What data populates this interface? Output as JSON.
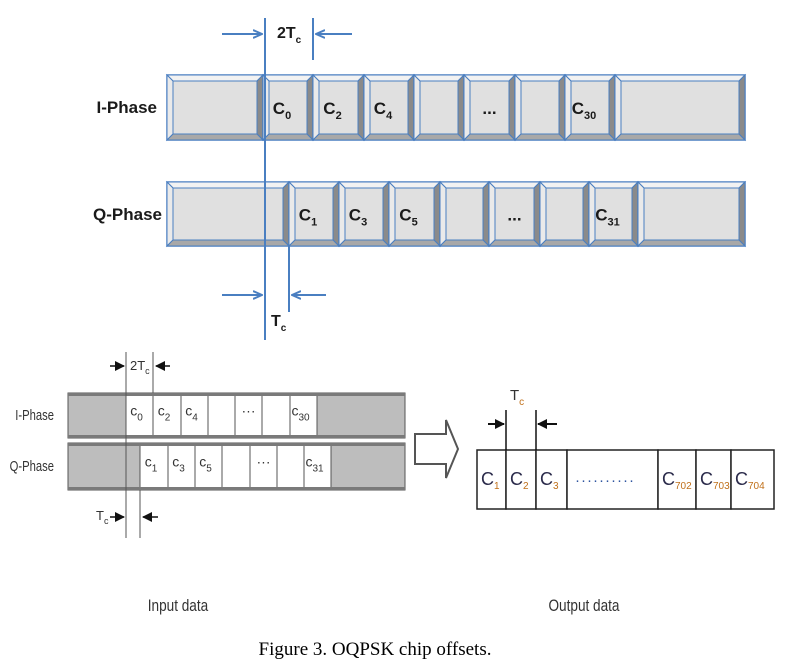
{
  "top_diagram": {
    "i_phase": {
      "label": "I-Phase",
      "cells": [
        "",
        "C0",
        "C2",
        "C4",
        "",
        "...",
        "",
        "C30",
        ""
      ]
    },
    "q_phase": {
      "label": "Q-Phase",
      "cells": [
        "",
        "C1",
        "C3",
        "C5",
        "",
        "...",
        "",
        "C31",
        ""
      ]
    },
    "top_marker": {
      "text": "2T",
      "sub": "c"
    },
    "bottom_marker": {
      "text": "T",
      "sub": "c"
    }
  },
  "bottom_left": {
    "i_phase": {
      "label": "I-Phase",
      "cells": [
        "",
        "c0",
        "c2",
        "c4",
        "",
        "···",
        "",
        "c30",
        ""
      ]
    },
    "q_phase": {
      "label": "Q-Phase",
      "cells": [
        "",
        "",
        "c1",
        "c3",
        "c5",
        "",
        "···",
        "",
        "c31",
        ""
      ]
    },
    "top_marker": {
      "text": "2T",
      "sub": "c"
    },
    "bottom_marker": {
      "text": "T",
      "sub": "c"
    },
    "caption": "Input data"
  },
  "bottom_right": {
    "marker": {
      "text": "T",
      "sub": "c"
    },
    "cells": [
      {
        "main": "C",
        "sub": "1"
      },
      {
        "main": "C",
        "sub": "2"
      },
      {
        "main": "C",
        "sub": "3"
      },
      {
        "main": "··········",
        "sub": ""
      },
      {
        "main": "C",
        "sub": "702"
      },
      {
        "main": "C",
        "sub": "703"
      },
      {
        "main": "C",
        "sub": "704"
      }
    ],
    "caption": "Output data"
  },
  "figure_caption": "Figure 3.  OQPSK chip offsets.",
  "colors": {
    "line_blue": "#4a7fc1",
    "cell_fill": "#e0e0e0",
    "bevel_dark": "#8a8a8a",
    "gray_fill": "#bdbdbd",
    "sub_blue": "#2f55a0",
    "sub_orange": "#c0701a"
  }
}
